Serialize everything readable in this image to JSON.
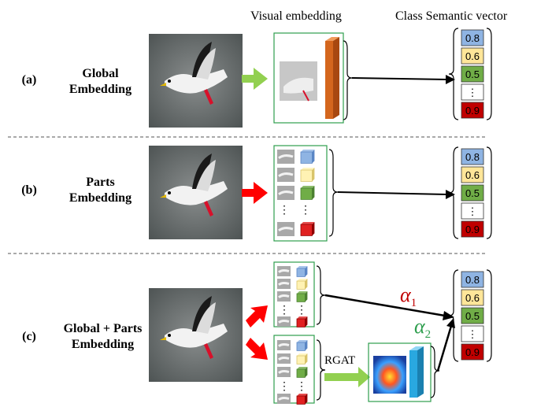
{
  "headers": {
    "visual": "Visual embedding",
    "semantic": "Class Semantic vector"
  },
  "rows": [
    {
      "letter": "(a)",
      "title_line1": "Global",
      "title_line2": "Embedding"
    },
    {
      "letter": "(b)",
      "title_line1": "Parts",
      "title_line2": "Embedding"
    },
    {
      "letter": "(c)",
      "title_line1": "Global + Parts",
      "title_line2": "Embedding"
    }
  ],
  "semantic_vector": {
    "values": [
      "0.8",
      "0.6",
      "0.5",
      "⋮",
      "0.9"
    ],
    "colors": [
      "#8fb4e3",
      "#ffe699",
      "#70ad47",
      "#ffffff",
      "#c00000"
    ]
  },
  "rgat_label": "RGAT",
  "alpha1": "α",
  "alpha1_sub": "1",
  "alpha2": "α",
  "alpha2_sub": "2",
  "colors": {
    "arrow_green": "#92d050",
    "arrow_red": "#ff0000",
    "box_border": "#2e9e4e",
    "orange_bar": "#d4661d",
    "cyan_bar": "#29a8e0",
    "alpha1_color": "#c00000",
    "alpha2_color": "#2e9e4e"
  }
}
